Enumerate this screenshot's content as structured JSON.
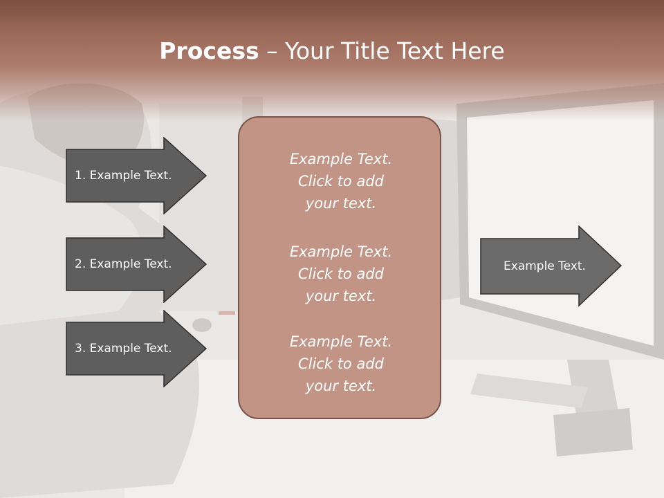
{
  "title": {
    "bold": "Process",
    "rest": " – Your Title Text Here"
  },
  "left_arrows": [
    {
      "label": "1. Example Text."
    },
    {
      "label": "2. Example Text."
    },
    {
      "label": "3. Example Text."
    }
  ],
  "center_box": {
    "items": [
      {
        "text": "Example Text.\nClick  to add\nyour text."
      },
      {
        "text": "Example Text.\nClick  to add\nyour text."
      },
      {
        "text": "Example Text.\nClick  to add\nyour text."
      }
    ]
  },
  "right_arrow": {
    "label": "Example Text."
  },
  "colors": {
    "title_band": "#9a6757",
    "arrow_fill": "#5e5e5e",
    "center_fill": "#c29486",
    "center_border": "#7a5448"
  }
}
